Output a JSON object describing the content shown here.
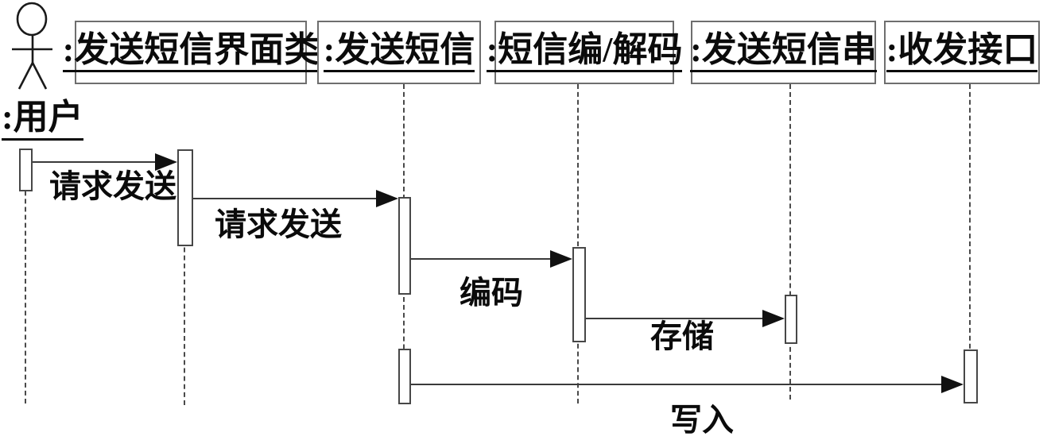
{
  "diagram": {
    "type": "uml-sequence-diagram",
    "actor": {
      "label": ":用户"
    },
    "objects": [
      {
        "label": ":发送短信界面类"
      },
      {
        "label": ":发送短信"
      },
      {
        "label": ":短信编/解码"
      },
      {
        "label": ":发送短信串"
      },
      {
        "label": ":收发接口"
      }
    ],
    "messages": [
      {
        "label": "请求发送",
        "from": ":用户",
        "to": ":发送短信界面类"
      },
      {
        "label": "请求发送",
        "from": ":发送短信界面类",
        "to": ":发送短信"
      },
      {
        "label": "编码",
        "from": ":发送短信",
        "to": ":短信编/解码"
      },
      {
        "label": "存储",
        "from": ":短信编/解码",
        "to": ":发送短信串"
      },
      {
        "label": "写入",
        "from": ":发送短信",
        "to": ":收发接口"
      }
    ],
    "colors": {
      "background": "#ffffff",
      "stroke": "#3a3a3a",
      "text": "#0b0b0b"
    }
  }
}
